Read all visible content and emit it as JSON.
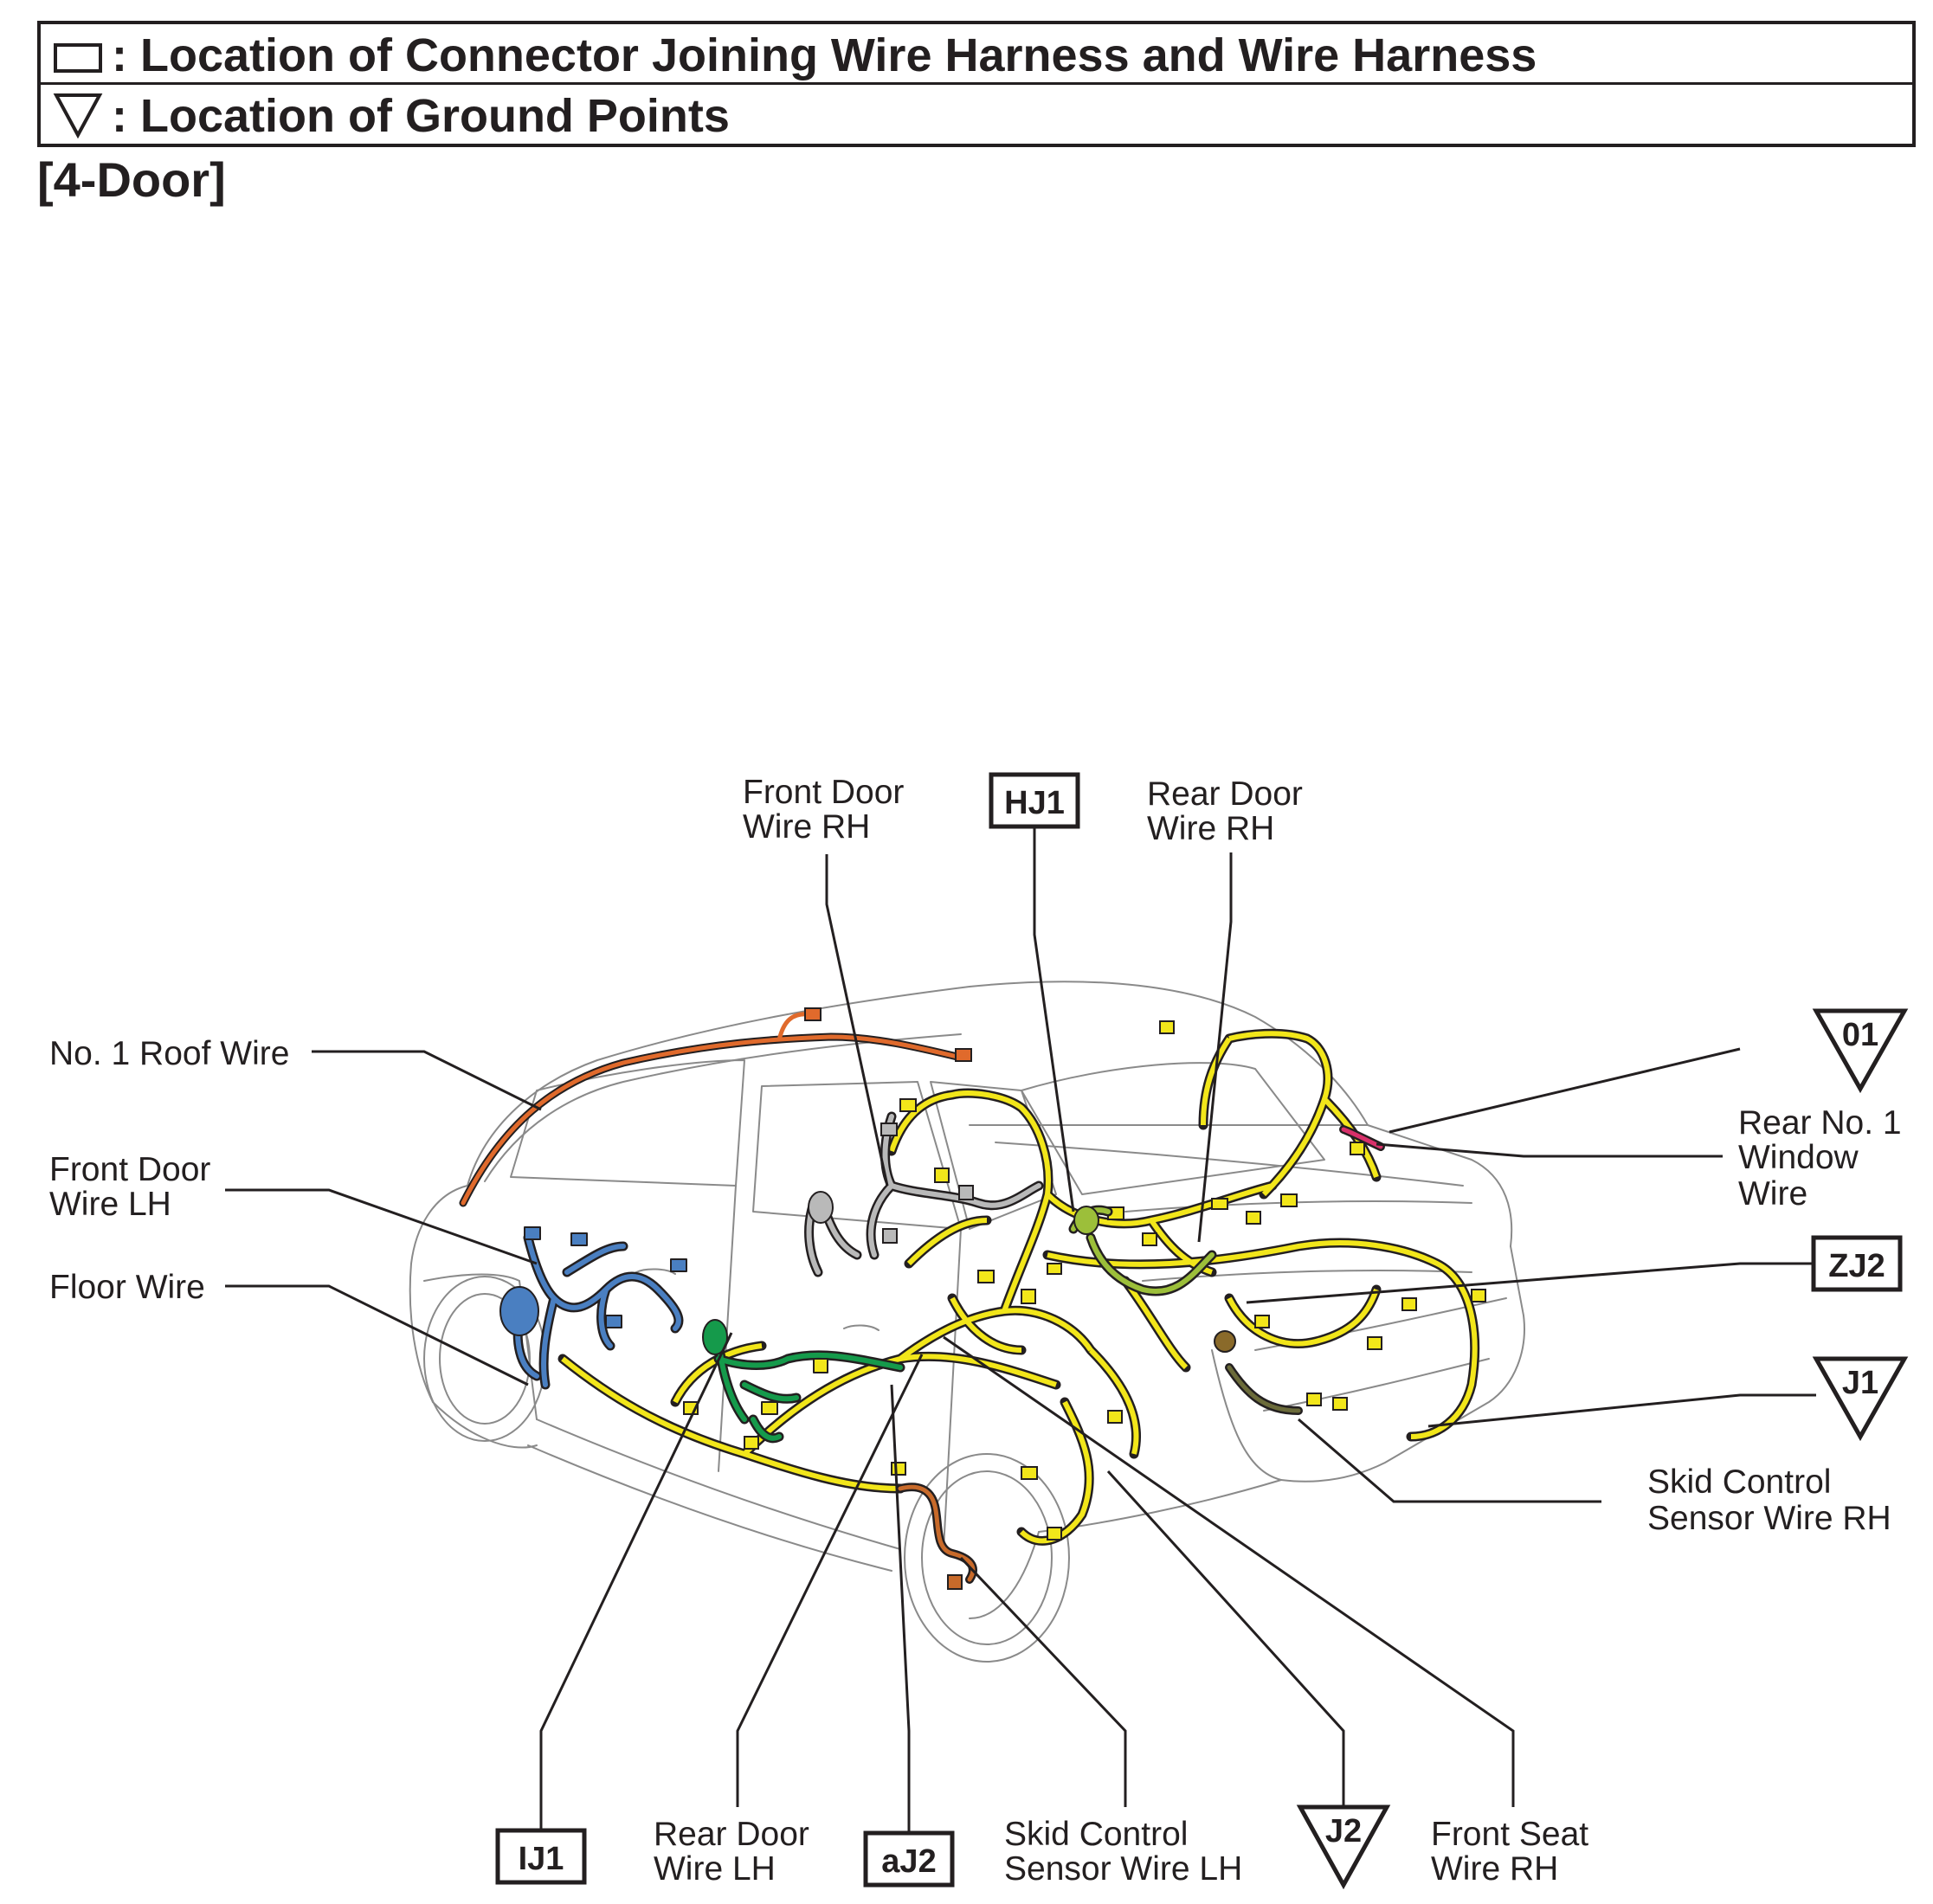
{
  "legend": {
    "connector_text": ": Location of Connector Joining Wire Harness and Wire Harness",
    "ground_text": ": Location of Ground Points",
    "connector_icon": "rectangle-icon",
    "ground_icon": "triangle-down-icon"
  },
  "variant": "[4-Door]",
  "labels": {
    "front_door_rh": [
      "Front Door",
      "Wire RH"
    ],
    "rear_door_rh": [
      "Rear Door",
      "Wire RH"
    ],
    "roof": [
      "No. 1 Roof Wire"
    ],
    "front_door_lh": [
      "Front Door",
      "Wire LH"
    ],
    "floor": [
      "Floor Wire"
    ],
    "rear_no1_window": [
      "Rear No. 1",
      "Window",
      "Wire"
    ],
    "skid_rh": [
      "Skid Control",
      "Sensor Wire RH"
    ],
    "rear_door_lh": [
      "Rear Door",
      "Wire LH"
    ],
    "skid_lh": [
      "Skid Control",
      "Sensor Wire LH"
    ],
    "front_seat_rh": [
      "Front Seat",
      "Wire RH"
    ]
  },
  "connectors": {
    "hj1": "HJ1",
    "zj2": "ZJ2",
    "ij1": "IJ1",
    "aj2": "aJ2"
  },
  "grounds": {
    "g01": "01",
    "j1": "J1",
    "j2": "J2"
  },
  "colors": {
    "ink": "#231f20",
    "floor_wire": "#f2e61a",
    "roof_wire": "#e06a2c",
    "front_door_lh_wire": "#4a7fc1",
    "rear_door_lh_wire": "#159a4b",
    "rear_door_rh_wire": "#9cbf3a",
    "front_door_rh_wire": "#b9b9b9",
    "skid_lh_wire": "#c86a2a",
    "window_wire": "#d8306a"
  }
}
